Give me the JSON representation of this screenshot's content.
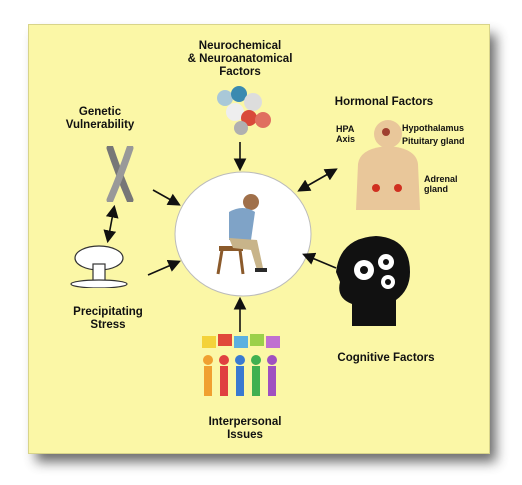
{
  "diagram": {
    "center": "",
    "factors": {
      "neurochemical": "Neurochemical\n& Neuroanatomical\nFactors",
      "hormonal": "Hormonal Factors",
      "genetic": "Genetic\nVulnerability",
      "precipitating": "Precipitating\nStress",
      "cognitive": "Cognitive Factors",
      "interpersonal": "Interpersonal\nIssues"
    },
    "hormonal_detail": {
      "hpa_axis": "HPA\nAxis",
      "hypothalamus": "Hypothalamus",
      "pituitary": "Pituitary gland",
      "adrenal": "Adrenal\ngland"
    }
  },
  "colors": {
    "background": "#fbf7a6",
    "arrow": "#111111",
    "center_circle": "#ffffff"
  }
}
